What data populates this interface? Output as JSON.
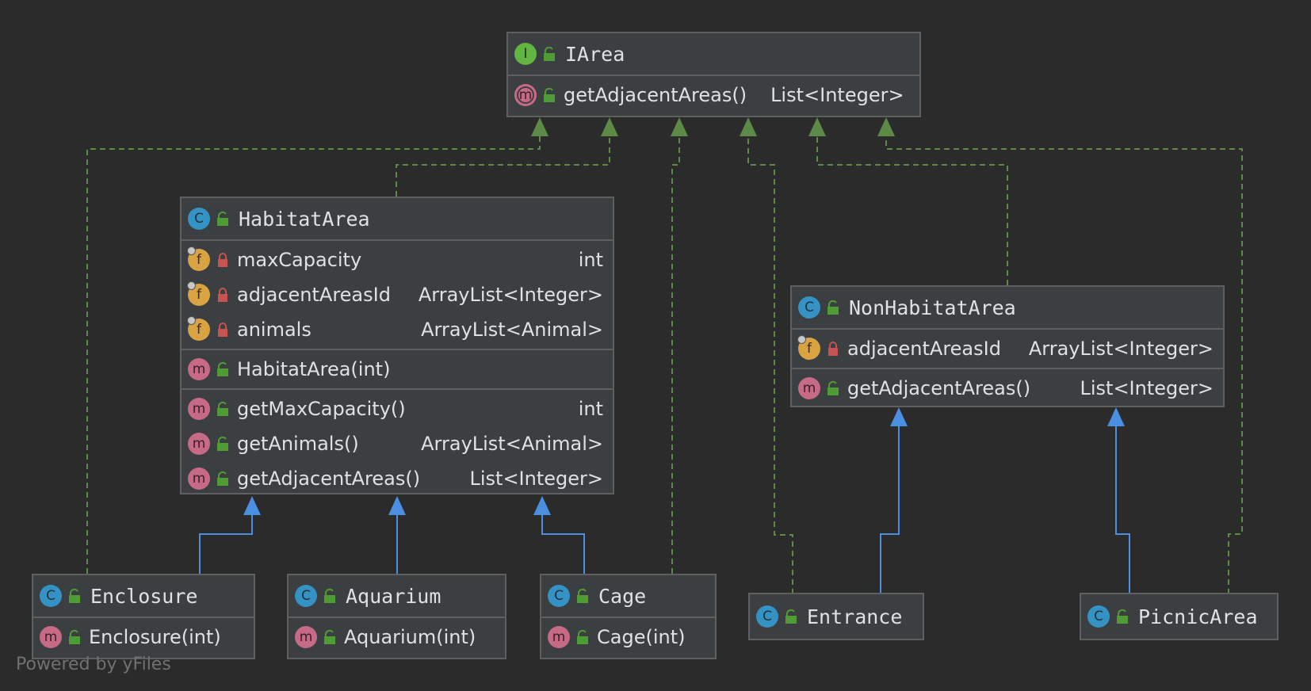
{
  "watermark": "Powered by yFiles",
  "colors": {
    "background": "#2b2b2b",
    "node_fill": "#3c3f41",
    "node_border": "#5e6060",
    "realization_edge": "#5d8a46",
    "inheritance_edge": "#4a8fe0",
    "class_badge": "#3592c4",
    "interface_badge": "#62b543",
    "method_badge": "#c76a85",
    "field_badge": "#d9a343",
    "public_icon": "#4f9b34",
    "private_icon": "#c75450"
  },
  "nodes": {
    "iarea": {
      "kind": "I",
      "name": "IArea",
      "methods": [
        {
          "icon": "method-abstract-icon",
          "visibility": "public",
          "name": "getAdjacentAreas()",
          "type": "List<Integer>"
        }
      ]
    },
    "habitat": {
      "kind": "C",
      "name": "HabitatArea",
      "fields": [
        {
          "icon": "field-icon",
          "visibility": "private",
          "name": "maxCapacity",
          "type": "int"
        },
        {
          "icon": "field-icon",
          "visibility": "private",
          "name": "adjacentAreasId",
          "type": "ArrayList<Integer>"
        },
        {
          "icon": "field-icon",
          "visibility": "private",
          "name": "animals",
          "type": "ArrayList<Animal>"
        }
      ],
      "constructors": [
        {
          "icon": "method-icon",
          "visibility": "public",
          "name": "HabitatArea(int)",
          "type": ""
        }
      ],
      "methods": [
        {
          "icon": "method-icon",
          "visibility": "public",
          "name": "getMaxCapacity()",
          "type": "int"
        },
        {
          "icon": "method-icon",
          "visibility": "public",
          "name": "getAnimals()",
          "type": "ArrayList<Animal>"
        },
        {
          "icon": "method-icon",
          "visibility": "public",
          "name": "getAdjacentAreas()",
          "type": "List<Integer>"
        }
      ]
    },
    "nonhabitat": {
      "kind": "C",
      "name": "NonHabitatArea",
      "fields": [
        {
          "icon": "field-icon",
          "visibility": "private",
          "name": "adjacentAreasId",
          "type": "ArrayList<Integer>"
        }
      ],
      "methods": [
        {
          "icon": "method-icon",
          "visibility": "public",
          "name": "getAdjacentAreas()",
          "type": "List<Integer>"
        }
      ]
    },
    "enclosure": {
      "kind": "C",
      "name": "Enclosure",
      "constructors": [
        {
          "icon": "method-icon",
          "visibility": "public",
          "name": "Enclosure(int)",
          "type": ""
        }
      ]
    },
    "aquarium": {
      "kind": "C",
      "name": "Aquarium",
      "constructors": [
        {
          "icon": "method-icon",
          "visibility": "public",
          "name": "Aquarium(int)",
          "type": ""
        }
      ]
    },
    "cage": {
      "kind": "C",
      "name": "Cage",
      "constructors": [
        {
          "icon": "method-icon",
          "visibility": "public",
          "name": "Cage(int)",
          "type": ""
        }
      ]
    },
    "entrance": {
      "kind": "C",
      "name": "Entrance"
    },
    "picnic": {
      "kind": "C",
      "name": "PicnicArea"
    }
  },
  "edges": [
    {
      "from": "Enclosure",
      "to": "IArea",
      "relation": "implements"
    },
    {
      "from": "HabitatArea",
      "to": "IArea",
      "relation": "implements"
    },
    {
      "from": "Cage",
      "to": "IArea",
      "relation": "implements"
    },
    {
      "from": "Entrance",
      "to": "IArea",
      "relation": "implements"
    },
    {
      "from": "NonHabitatArea",
      "to": "IArea",
      "relation": "implements"
    },
    {
      "from": "PicnicArea",
      "to": "IArea",
      "relation": "implements"
    },
    {
      "from": "Enclosure",
      "to": "HabitatArea",
      "relation": "extends"
    },
    {
      "from": "Aquarium",
      "to": "HabitatArea",
      "relation": "extends"
    },
    {
      "from": "Cage",
      "to": "HabitatArea",
      "relation": "extends"
    },
    {
      "from": "Entrance",
      "to": "NonHabitatArea",
      "relation": "extends"
    },
    {
      "from": "PicnicArea",
      "to": "NonHabitatArea",
      "relation": "extends"
    }
  ]
}
